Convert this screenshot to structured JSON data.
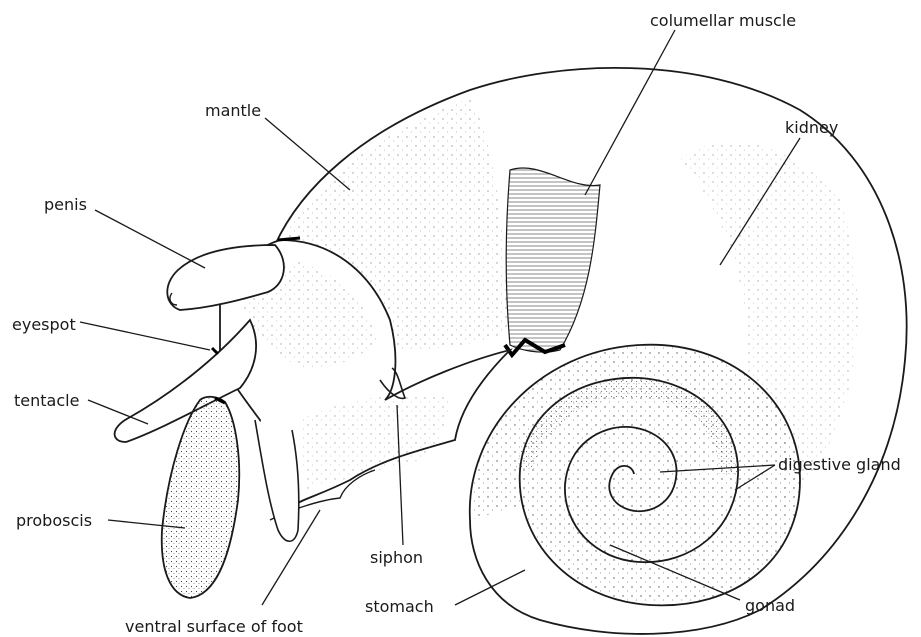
{
  "diagram": {
    "labels": {
      "columellar_muscle": "columellar muscle",
      "mantle": "mantle",
      "kidney": "kidney",
      "penis": "penis",
      "eyespot": "eyespot",
      "tentacle": "tentacle",
      "proboscis": "proboscis",
      "siphon": "siphon",
      "digestive_gland": "digestive gland",
      "stomach": "stomach",
      "gonad": "gonad",
      "ventral_surface_of_foot": "ventral surface of foot"
    }
  }
}
